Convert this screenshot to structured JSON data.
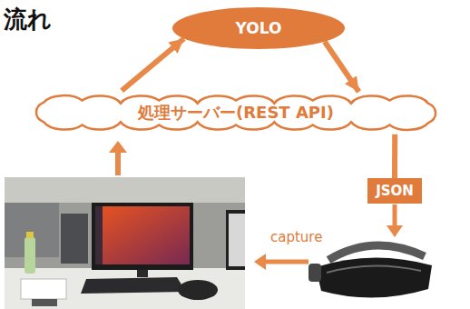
{
  "diagram": {
    "title": "流れ",
    "nodes": [
      {
        "text": [
          "YOLO"
        ]
      },
      {
        "text": [
          "処理サーバー(REST API)"
        ]
      },
      {
        "text": [
          "JSON"
        ]
      }
    ],
    "edges": [
      {
        "from": 1,
        "to": 0,
        "arrow": "to"
      },
      {
        "from": 0,
        "to": 1,
        "arrow": "to"
      },
      {
        "from": 1,
        "to": 2,
        "arrow": "none"
      }
    ],
    "labels": [
      "capture"
    ]
  }
}
